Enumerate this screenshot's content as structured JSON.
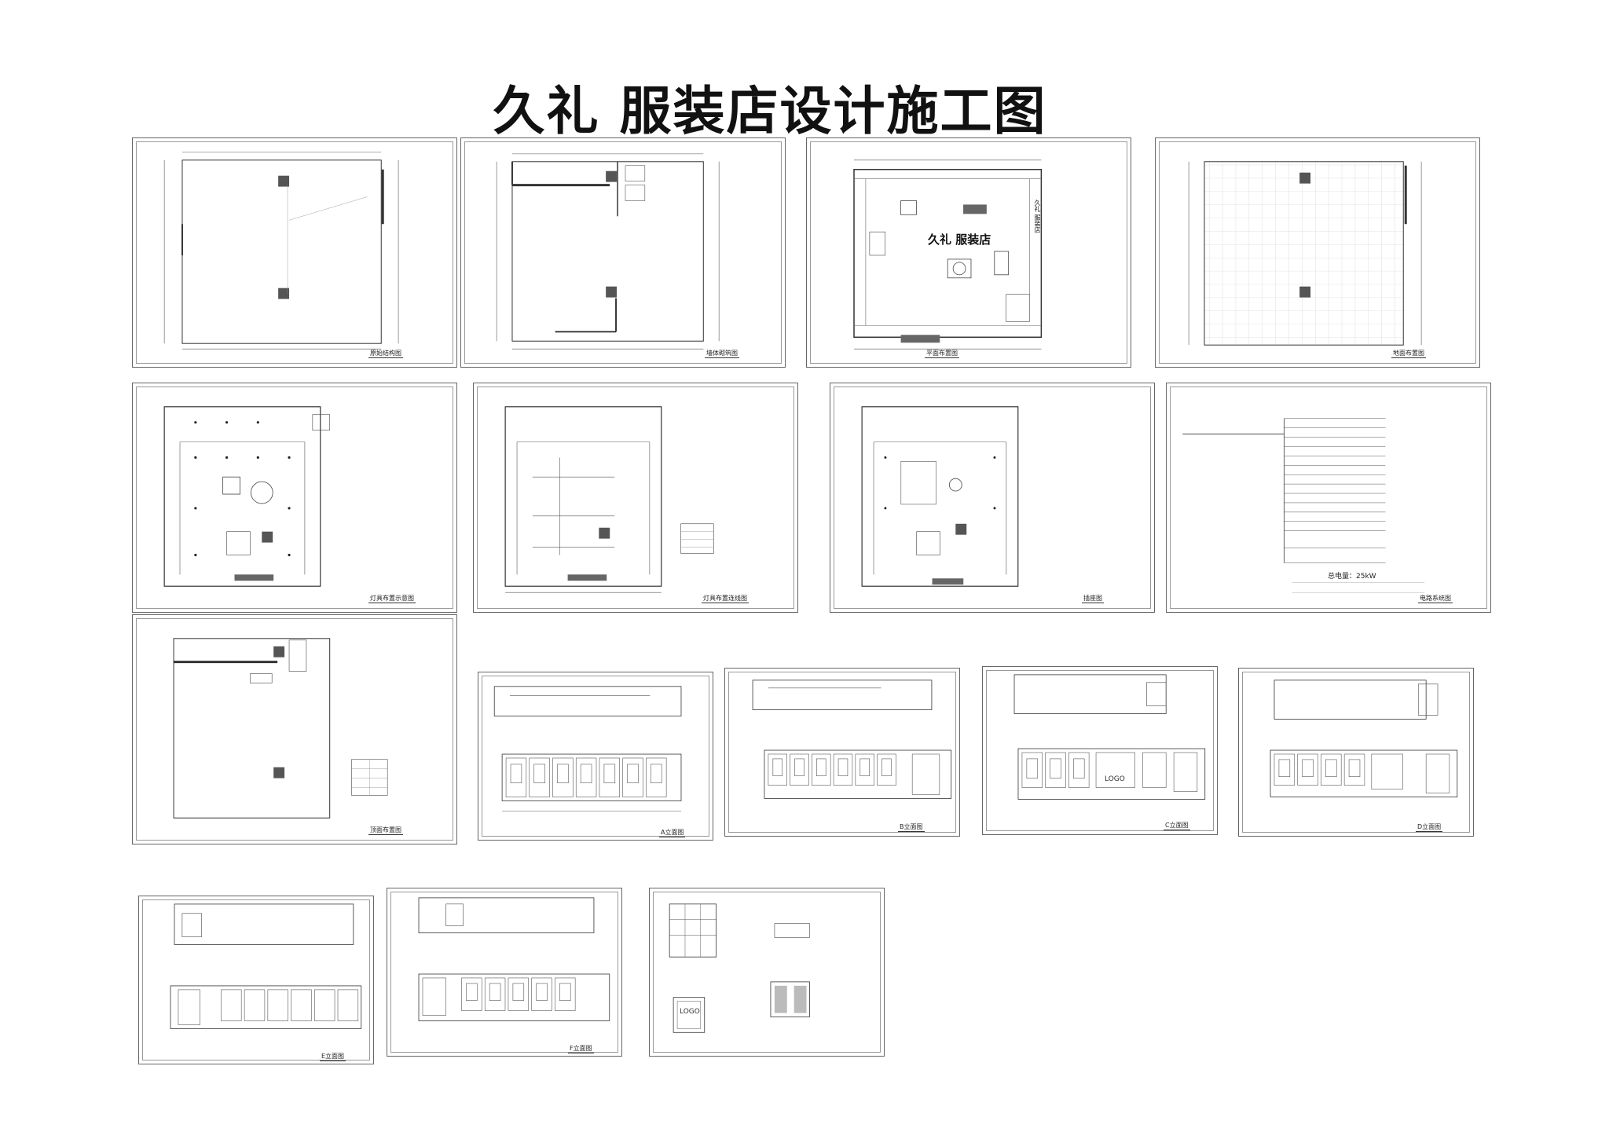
{
  "title": "久礼  服装店设计施工图",
  "plan_store_name": "久礼  服装店",
  "plan_store_sign": "久礼 服装店",
  "logo_text": "LOGO",
  "total_text": "总电量：25kW",
  "sheets": [
    {
      "label": "原始结构图"
    },
    {
      "label": "墙体砌筑图"
    },
    {
      "label": "平面布置图"
    },
    {
      "label": "地面布置图"
    },
    {
      "label": "灯具布置示意图"
    },
    {
      "label": "灯具布置连线图"
    },
    {
      "label": "插座图"
    },
    {
      "label": "电路系统图"
    },
    {
      "label": "顶面布置图"
    },
    {
      "label": "A立面图"
    },
    {
      "label": "B立面图"
    },
    {
      "label": "C立面图"
    },
    {
      "label": "D立面图"
    },
    {
      "label": "E立面图"
    },
    {
      "label": "F立面图"
    },
    {
      "label": ""
    }
  ],
  "colors": {
    "line": "#333333",
    "column": "#555555",
    "grid": "#c8c8c8"
  }
}
